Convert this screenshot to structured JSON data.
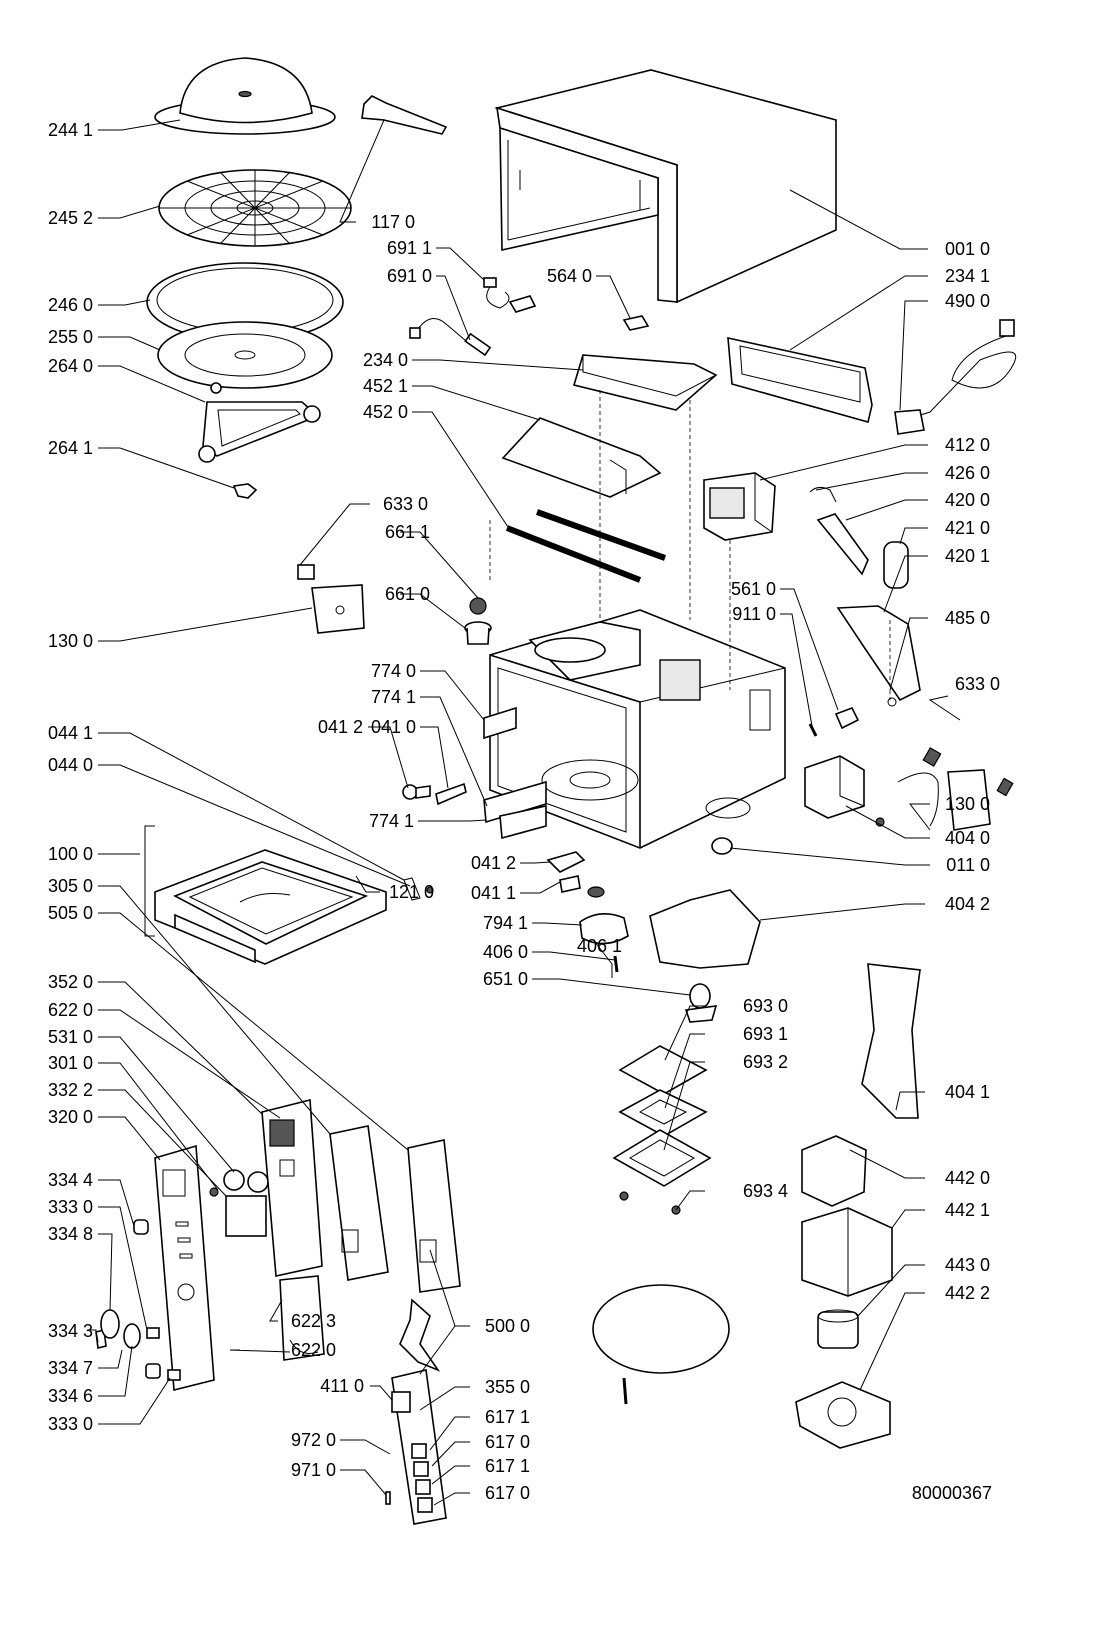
{
  "callouts": [
    {
      "id": "c2441",
      "text": "244 1"
    },
    {
      "id": "c2452",
      "text": "245 2"
    },
    {
      "id": "c2460",
      "text": "246 0"
    },
    {
      "id": "c2550",
      "text": "255 0"
    },
    {
      "id": "c2640",
      "text": "264 0"
    },
    {
      "id": "c2641",
      "text": "264 1"
    },
    {
      "id": "c6330a",
      "text": "633 0"
    },
    {
      "id": "c1300a",
      "text": "130 0"
    },
    {
      "id": "c6611",
      "text": "661 1"
    },
    {
      "id": "c6610",
      "text": "661 0"
    },
    {
      "id": "c1170",
      "text": "117 0"
    },
    {
      "id": "c6911",
      "text": "691 1"
    },
    {
      "id": "c6910",
      "text": "691 0"
    },
    {
      "id": "c5640",
      "text": "564 0"
    },
    {
      "id": "c2340",
      "text": "234 0"
    },
    {
      "id": "c4521",
      "text": "452 1"
    },
    {
      "id": "c4520",
      "text": "452 0"
    },
    {
      "id": "c0010",
      "text": "001 0"
    },
    {
      "id": "c2341",
      "text": "234 1"
    },
    {
      "id": "c4900",
      "text": "490 0"
    },
    {
      "id": "c4120",
      "text": "412 0"
    },
    {
      "id": "c4260",
      "text": "426 0"
    },
    {
      "id": "c4200",
      "text": "420 0"
    },
    {
      "id": "c4210",
      "text": "421 0"
    },
    {
      "id": "c4201",
      "text": "420 1"
    },
    {
      "id": "c5610",
      "text": "561 0"
    },
    {
      "id": "c9110",
      "text": "911 0"
    },
    {
      "id": "c4850",
      "text": "485 0"
    },
    {
      "id": "c6330b",
      "text": "633 0"
    },
    {
      "id": "c7740",
      "text": "774 0"
    },
    {
      "id": "c7741a",
      "text": "774 1"
    },
    {
      "id": "c0412a",
      "text": "041 2"
    },
    {
      "id": "c0410",
      "text": "041 0"
    },
    {
      "id": "c0441",
      "text": "044 1"
    },
    {
      "id": "c0440",
      "text": "044 0"
    },
    {
      "id": "c7741b",
      "text": "774 1"
    },
    {
      "id": "c1300b",
      "text": "130 0"
    },
    {
      "id": "c4040",
      "text": "404 0"
    },
    {
      "id": "c0110",
      "text": "011 0"
    },
    {
      "id": "c1000",
      "text": "100 0"
    },
    {
      "id": "c3050",
      "text": "305 0"
    },
    {
      "id": "c5050",
      "text": "505 0"
    },
    {
      "id": "c1210",
      "text": "121 0"
    },
    {
      "id": "c0412b",
      "text": "041 2"
    },
    {
      "id": "c0411",
      "text": "041 1"
    },
    {
      "id": "c7941",
      "text": "794 1"
    },
    {
      "id": "c4060",
      "text": "406 0"
    },
    {
      "id": "c4061",
      "text": "406 1"
    },
    {
      "id": "c6510",
      "text": "651 0"
    },
    {
      "id": "c4042",
      "text": "404 2"
    },
    {
      "id": "c3520",
      "text": "352 0"
    },
    {
      "id": "c6220a",
      "text": "622 0"
    },
    {
      "id": "c5310",
      "text": "531 0"
    },
    {
      "id": "c3010",
      "text": "301 0"
    },
    {
      "id": "c3322",
      "text": "332 2"
    },
    {
      "id": "c3200",
      "text": "320 0"
    },
    {
      "id": "c3344",
      "text": "334 4"
    },
    {
      "id": "c3330a",
      "text": "333 0"
    },
    {
      "id": "c3348",
      "text": "334 8"
    },
    {
      "id": "c3343",
      "text": "334 3"
    },
    {
      "id": "c3347",
      "text": "334 7"
    },
    {
      "id": "c3346",
      "text": "334 6"
    },
    {
      "id": "c3330b",
      "text": "333 0"
    },
    {
      "id": "c6930",
      "text": "693 0"
    },
    {
      "id": "c6931",
      "text": "693 1"
    },
    {
      "id": "c6932",
      "text": "693 2"
    },
    {
      "id": "c6934",
      "text": "693 4"
    },
    {
      "id": "c4041",
      "text": "404 1"
    },
    {
      "id": "c4420",
      "text": "442 0"
    },
    {
      "id": "c4421",
      "text": "442 1"
    },
    {
      "id": "c4430",
      "text": "443 0"
    },
    {
      "id": "c4422",
      "text": "442 2"
    },
    {
      "id": "c6223",
      "text": "622 3"
    },
    {
      "id": "c6220b",
      "text": "622 0"
    },
    {
      "id": "c5000",
      "text": "500 0"
    },
    {
      "id": "c4110",
      "text": "411 0"
    },
    {
      "id": "c3550",
      "text": "355 0"
    },
    {
      "id": "c6171a",
      "text": "617 1"
    },
    {
      "id": "c6170a",
      "text": "617 0"
    },
    {
      "id": "c9720",
      "text": "972 0"
    },
    {
      "id": "c6171b",
      "text": "617 1"
    },
    {
      "id": "c9710",
      "text": "971 0"
    },
    {
      "id": "c6170b",
      "text": "617 0"
    }
  ],
  "drawing_number": "80000367"
}
